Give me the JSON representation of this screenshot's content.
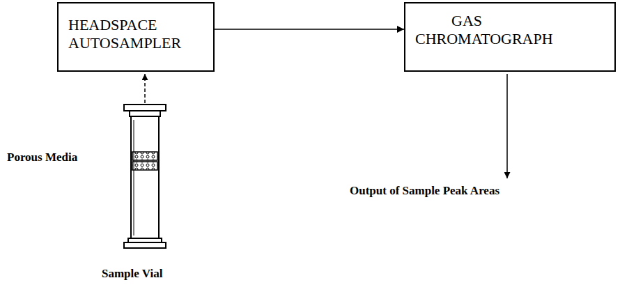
{
  "diagram": {
    "nodes": [
      {
        "text": [
          "HEADSPACE AUTOSAMPLER"
        ]
      },
      {
        "text": [
          "GAS CHROMATOGRAPH"
        ]
      }
    ],
    "edges": [
      {
        "from": 0,
        "to": 1,
        "arrow": "to"
      }
    ],
    "labels": [
      "Porous Media",
      "Sample Vial",
      "Output of Sample Peak Areas"
    ]
  }
}
